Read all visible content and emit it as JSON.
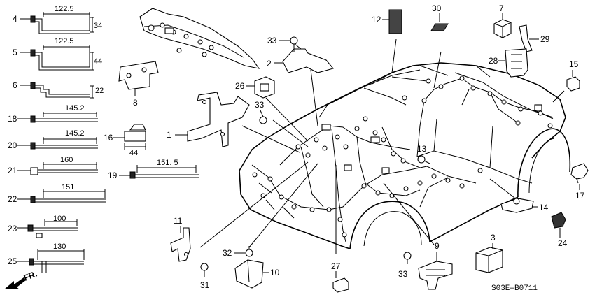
{
  "diagram": {
    "code": "S03E—B0711",
    "direction": "FR.",
    "callouts": [
      {
        "id": "c1",
        "text": "1"
      },
      {
        "id": "c2",
        "text": "2"
      },
      {
        "id": "c3",
        "text": "3"
      },
      {
        "id": "c4",
        "text": "4"
      },
      {
        "id": "c5",
        "text": "5"
      },
      {
        "id": "c6",
        "text": "6"
      },
      {
        "id": "c7",
        "text": "7"
      },
      {
        "id": "c8",
        "text": "8"
      },
      {
        "id": "c9",
        "text": "9"
      },
      {
        "id": "c10",
        "text": "10"
      },
      {
        "id": "c11",
        "text": "11"
      },
      {
        "id": "c12",
        "text": "12"
      },
      {
        "id": "c13",
        "text": "13"
      },
      {
        "id": "c14",
        "text": "14"
      },
      {
        "id": "c15",
        "text": "15"
      },
      {
        "id": "c16",
        "text": "16"
      },
      {
        "id": "c17",
        "text": "17"
      },
      {
        "id": "c18",
        "text": "18"
      },
      {
        "id": "c19",
        "text": "19"
      },
      {
        "id": "c20",
        "text": "20"
      },
      {
        "id": "c21",
        "text": "21"
      },
      {
        "id": "c22",
        "text": "22"
      },
      {
        "id": "c23",
        "text": "23"
      },
      {
        "id": "c24",
        "text": "24"
      },
      {
        "id": "c25",
        "text": "25"
      },
      {
        "id": "c26",
        "text": "26"
      },
      {
        "id": "c27",
        "text": "27"
      },
      {
        "id": "c28",
        "text": "28"
      },
      {
        "id": "c29",
        "text": "29"
      },
      {
        "id": "c30",
        "text": "30"
      },
      {
        "id": "c31",
        "text": "31"
      },
      {
        "id": "c32",
        "text": "32"
      },
      {
        "id": "c33a",
        "text": "33"
      },
      {
        "id": "c33b",
        "text": "33"
      },
      {
        "id": "c33c",
        "text": "33"
      }
    ],
    "dimensions": {
      "d4_len": "122.5",
      "d4_h": "34",
      "d5_len": "122.5",
      "d5_h": "44",
      "d6_h": "22",
      "d18_len": "145.2",
      "d20_len": "145.2",
      "d21_len": "160",
      "d22_len": "151",
      "d23_len": "100",
      "d25_len": "130",
      "d16_len": "44",
      "d19_len": "151. 5"
    }
  }
}
